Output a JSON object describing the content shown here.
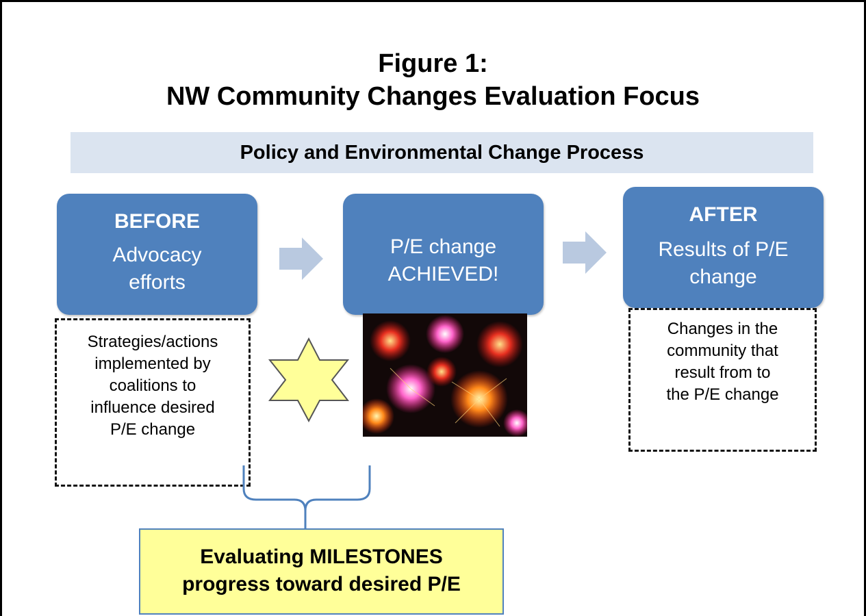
{
  "figure": {
    "title_line1": "Figure 1:",
    "title_line2": "NW Community Changes Evaluation Focus",
    "band": "Policy and Environmental Change Process",
    "before": {
      "heading": "BEFORE",
      "text": "Advocacy efforts"
    },
    "achieved": {
      "text_line1": "P/E change",
      "text_line2": "ACHIEVED!"
    },
    "after": {
      "heading": "AFTER",
      "text": "Results of P/E change"
    },
    "before_note": [
      "Strategies/actions",
      "implemented by",
      "coalitions to",
      "influence desired",
      "P/E change"
    ],
    "after_note": [
      "Changes in the",
      "community that",
      "result from to",
      "the P/E change"
    ],
    "milestones": {
      "line1": "Evaluating MILESTONES",
      "line2": "progress toward desired P/E"
    }
  },
  "colors": {
    "box": "#4f81bd",
    "band": "#dbe4f0",
    "arrow": "#b9c9e0",
    "star": "#ffff99",
    "milestones_bg": "#ffff99"
  },
  "icons": {
    "fireworks": "fireworks-image",
    "star": "six-point-star-icon",
    "arrow": "right-arrow-icon"
  }
}
